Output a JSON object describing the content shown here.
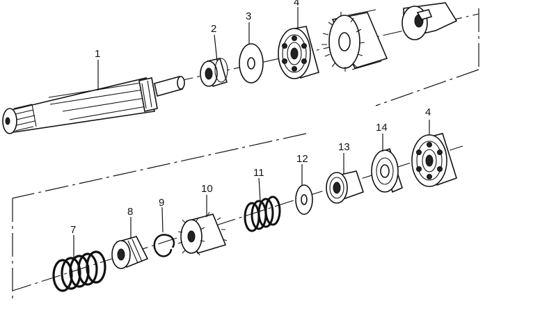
{
  "labels": {
    "shaft": "1",
    "bushing": "2",
    "washer": "3",
    "bearing_upper": "4",
    "bearing_lower": "4",
    "spring_large": "7",
    "sleeve": "8",
    "circlip": "9",
    "pinion": "10",
    "spring_small": "11",
    "washer_small": "12",
    "bush_collar": "13",
    "seal_ring": "14"
  }
}
